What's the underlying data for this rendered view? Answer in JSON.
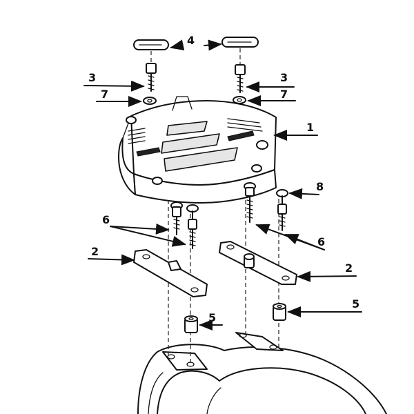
{
  "callouts": {
    "c1": "1",
    "c2a": "2",
    "c2b": "2",
    "c3a": "3",
    "c3b": "3",
    "c4": "4",
    "c5a": "5",
    "c5b": "5",
    "c6a": "6",
    "c6b": "6",
    "c7a": "7",
    "c7b": "7",
    "c8": "8"
  }
}
